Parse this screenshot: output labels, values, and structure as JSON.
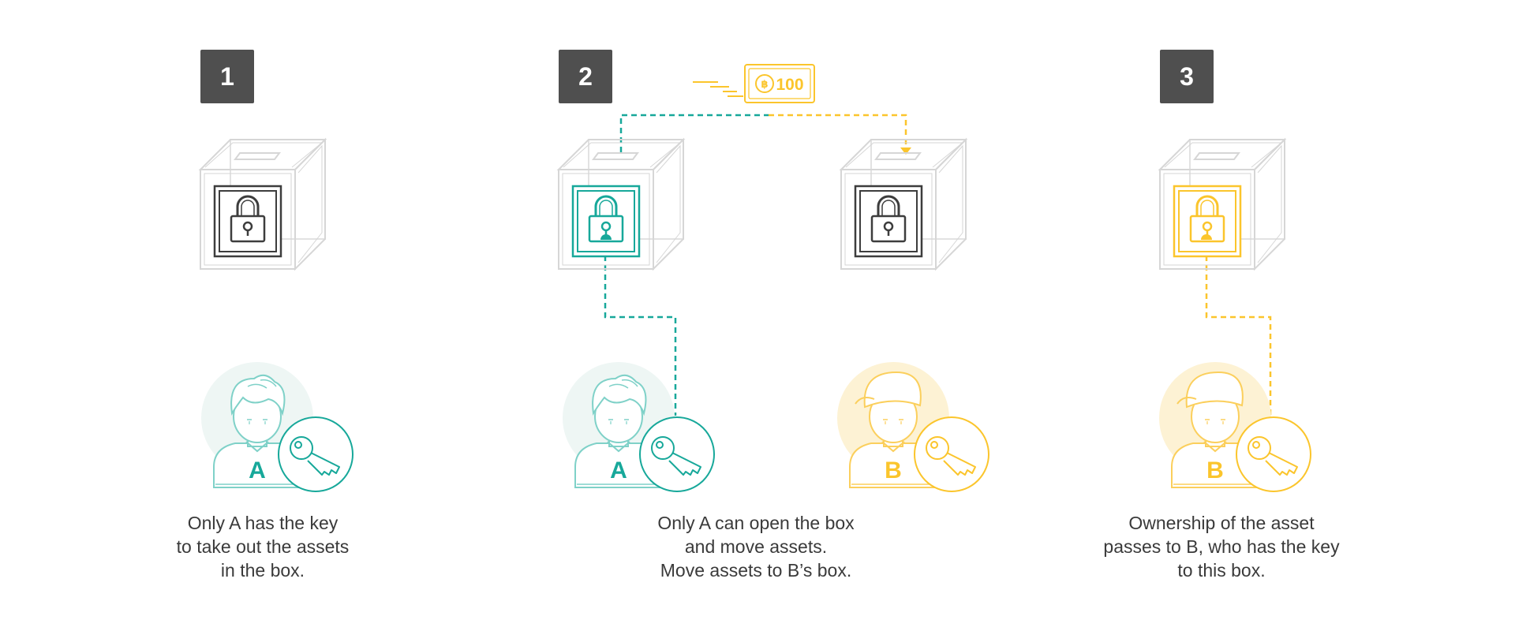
{
  "colors": {
    "teal": "#17a89a",
    "teal_light": "#7fd1c8",
    "teal_bg": "#eef6f4",
    "yellow": "#fbc52c",
    "yellow_light": "#fbcf5c",
    "yellow_bg": "#fdf2d4",
    "box_gray": "#d6d6d6",
    "lock_dark": "#3d3d3d",
    "badge": "#4f4f4f",
    "text": "#3a3a3a"
  },
  "steps": [
    {
      "number": "1",
      "caption": [
        "Only A has the key",
        "to take out the assets",
        "in the box."
      ]
    },
    {
      "number": "2",
      "caption": [
        "Only A can open the box",
        "and move assets.",
        "Move assets to B’s box."
      ],
      "transfer": {
        "amount": "100",
        "currency_icon": "bitcoin-icon"
      }
    },
    {
      "number": "3",
      "caption": [
        "Ownership of the asset",
        "passes to B, who has the key",
        "to this box."
      ]
    }
  ],
  "users": {
    "a": {
      "label": "A",
      "icon": "person-icon",
      "key_icon": "key-icon"
    },
    "b": {
      "label": "B",
      "icon": "person-with-cap-icon",
      "key_icon": "key-icon"
    }
  }
}
